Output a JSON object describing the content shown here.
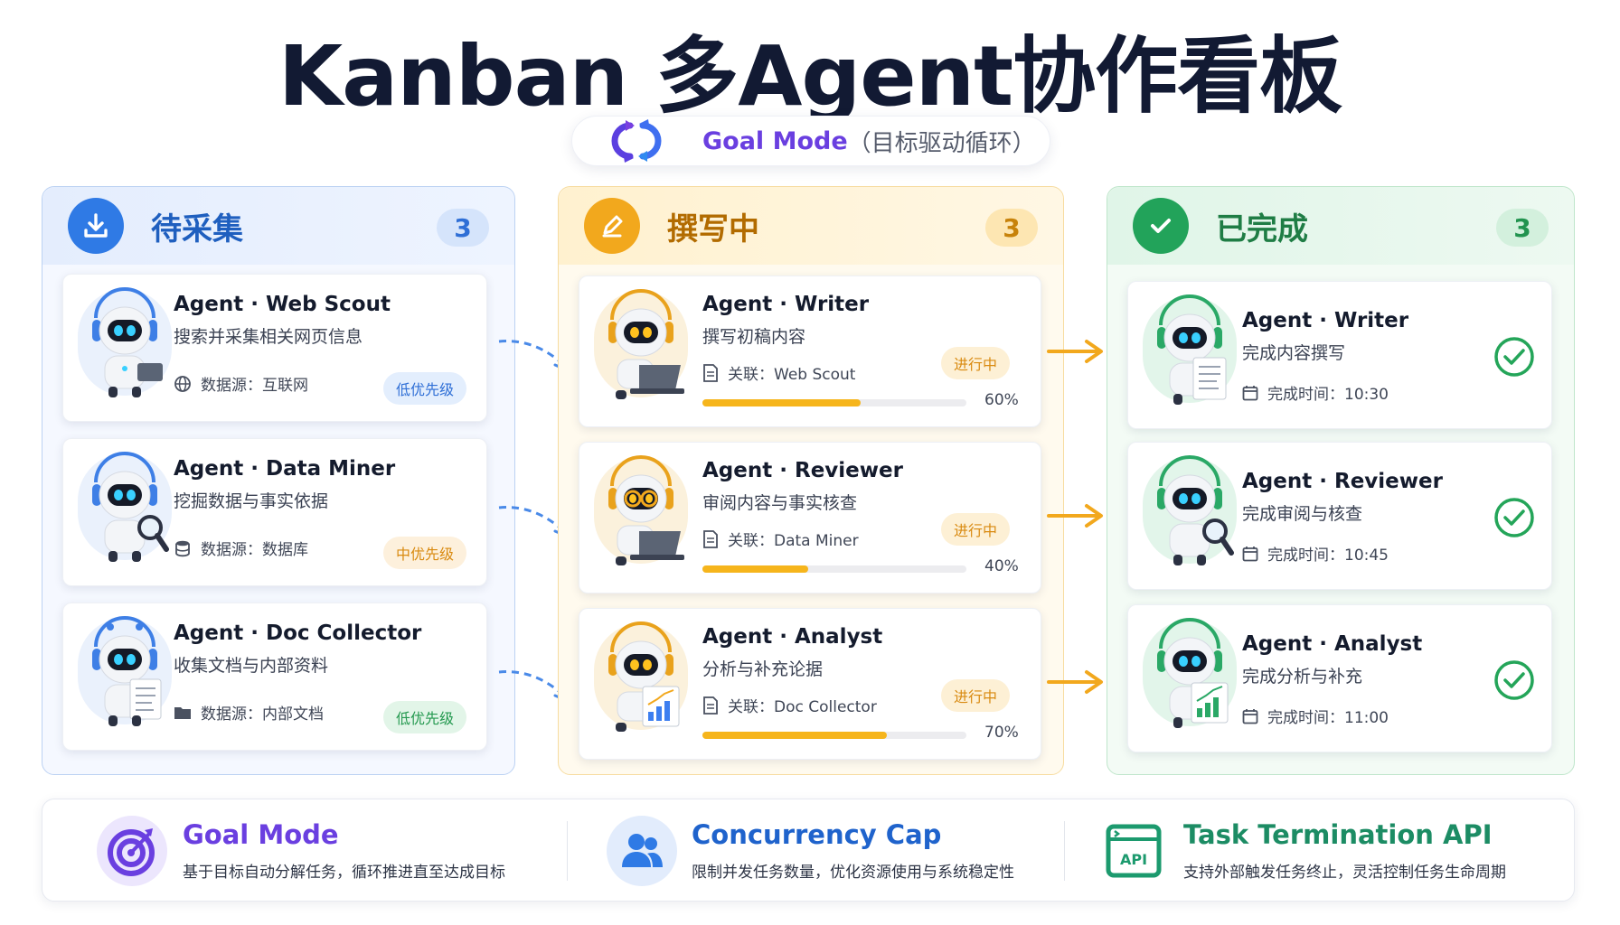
{
  "title": "Kanban 多Agent协作看板",
  "mode": {
    "label": "Goal Mode",
    "sub": "（目标驱动循环）",
    "icon": "refresh-loop-icon",
    "accent": "#6a3fe0"
  },
  "columns": [
    {
      "title": "待采集",
      "count": "3",
      "icon": "download-icon",
      "color": "#2f7ae5",
      "cards": [
        {
          "name": "Agent · Web Scout",
          "desc": "搜索并采集相关网页信息",
          "meta_icon": "globe-icon",
          "meta": "数据源：互联网",
          "badge": "低优先级"
        },
        {
          "name": "Agent · Data Miner",
          "desc": "挖掘数据与事实依据",
          "meta_icon": "database-icon",
          "meta": "数据源：数据库",
          "badge": "中优先级"
        },
        {
          "name": "Agent · Doc Collector",
          "desc": "收集文档与内部资料",
          "meta_icon": "folder-icon",
          "meta": "数据源：内部文档",
          "badge": "低优先级"
        }
      ]
    },
    {
      "title": "撰写中",
      "count": "3",
      "icon": "pencil-icon",
      "color": "#f2a81d",
      "cards": [
        {
          "name": "Agent · Writer",
          "desc": "撰写初稿内容",
          "meta_icon": "document-icon",
          "meta": "关联：Web Scout",
          "badge": "进行中",
          "progress_label": "60%",
          "progress": 0.6
        },
        {
          "name": "Agent · Reviewer",
          "desc": "审阅内容与事实核查",
          "meta_icon": "document-icon",
          "meta": "关联：Data Miner",
          "badge": "进行中",
          "progress_label": "40%",
          "progress": 0.4
        },
        {
          "name": "Agent · Analyst",
          "desc": "分析与补充论据",
          "meta_icon": "document-icon",
          "meta": "关联：Doc Collector",
          "badge": "进行中",
          "progress_label": "70%",
          "progress": 0.7
        }
      ]
    },
    {
      "title": "已完成",
      "count": "3",
      "icon": "check-icon",
      "color": "#22a35a",
      "cards": [
        {
          "name": "Agent · Writer",
          "desc": "完成内容撰写",
          "meta_icon": "calendar-icon",
          "meta": "完成时间：10:30"
        },
        {
          "name": "Agent · Reviewer",
          "desc": "完成审阅与核查",
          "meta_icon": "calendar-icon",
          "meta": "完成时间：10:45"
        },
        {
          "name": "Agent · Analyst",
          "desc": "完成分析与补充",
          "meta_icon": "calendar-icon",
          "meta": "完成时间：11:00"
        }
      ]
    }
  ],
  "features": [
    {
      "title": "Goal Mode",
      "desc": "基于目标自动分解任务，循环推进直至达成目标",
      "icon": "target-icon",
      "color": "#6a3fe0"
    },
    {
      "title": "Concurrency Cap",
      "desc": "限制并发任务数量，优化资源使用与系统稳定性",
      "icon": "users-icon",
      "color": "#2f7ae5"
    },
    {
      "title": "Task Termination API",
      "desc": "支持外部触发任务终止，灵活控制任务生命周期",
      "icon": "api-icon",
      "icon_text": "API",
      "color": "#1c9a6e"
    }
  ]
}
